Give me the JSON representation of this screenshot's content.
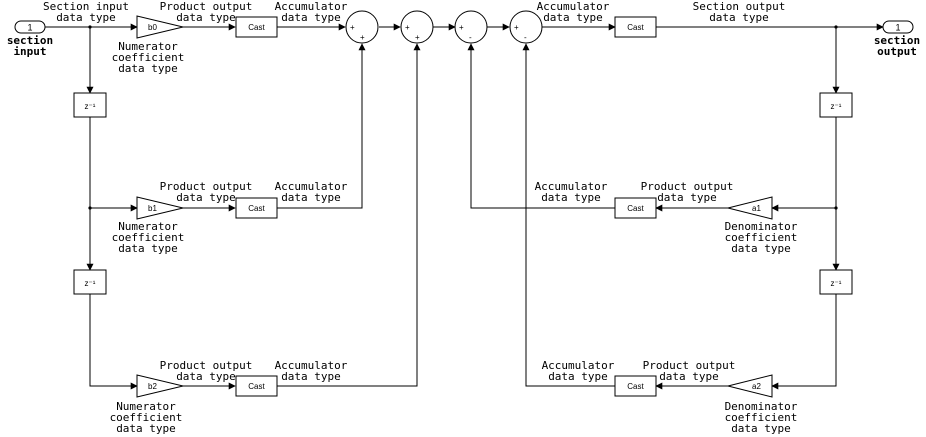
{
  "ports": {
    "input_number": "1",
    "output_number": "1",
    "input_label": "section\ninput",
    "output_label": "section\noutput"
  },
  "labels": {
    "section_input_data_type": "Section input\ndata type",
    "product_output_data_type": "Product output\ndata type",
    "accumulator_data_type": "Accumulator\ndata type",
    "section_output_data_type": "Section output\ndata type",
    "numerator_coefficient_data_type": "Numerator\ncoefficient\ndata type",
    "denominator_coefficient_data_type": "Denominator\ncoefficient\ndata type"
  },
  "blocks": {
    "cast": "Cast",
    "delay": "z⁻¹",
    "gains": {
      "b0": "b0",
      "b1": "b1",
      "b2": "b2",
      "a1": "a1",
      "a2": "a2"
    }
  },
  "sums": [
    {
      "top": "+",
      "bottom": "+"
    },
    {
      "top": "+",
      "bottom": "+"
    },
    {
      "top": "+",
      "bottom": "-"
    },
    {
      "top": "+",
      "bottom": "-"
    }
  ]
}
